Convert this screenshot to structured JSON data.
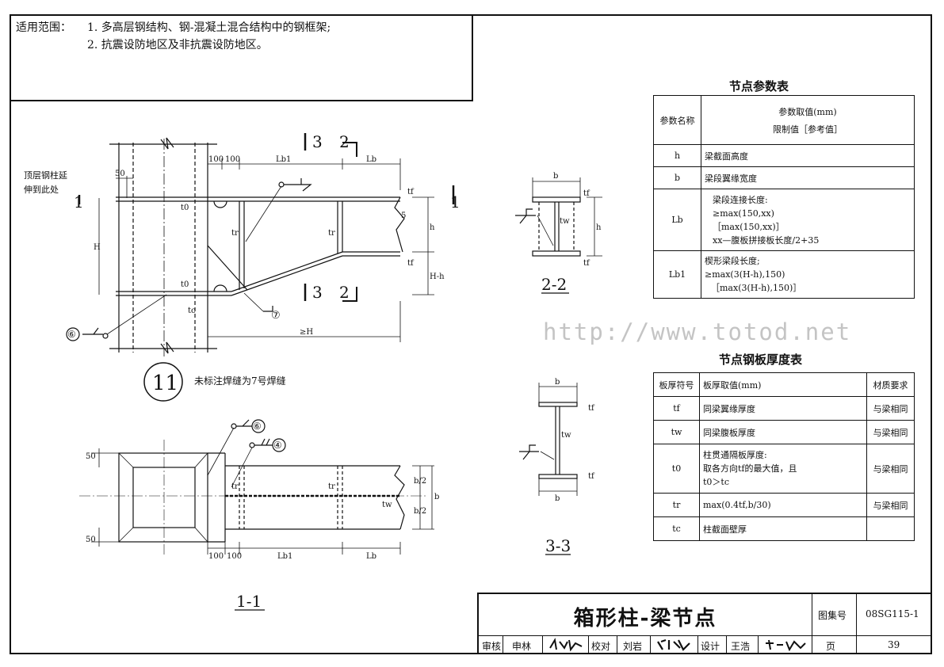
{
  "scope": {
    "label": "适用范围：",
    "line1": "1. 多高层钢结构、钢-混凝土混合结构中的钢框架;",
    "line2": "2. 抗震设防地区及非抗震设防地区。"
  },
  "param_table": {
    "title": "节点参数表",
    "head_name": "参数名称",
    "head_value1": "参数取值(mm)",
    "head_value2": "限制值［参考值］",
    "rows": [
      {
        "name": "h",
        "lines": [
          "梁截面高度"
        ]
      },
      {
        "name": "b",
        "lines": [
          "梁段翼缘宽度"
        ]
      },
      {
        "name": "Lb",
        "lines": [
          "梁段连接长度:",
          "≥max(150,xx)",
          "［max(150,xx)］",
          "xx—腹板拼接板长度/2+35"
        ]
      },
      {
        "name": "Lb1",
        "lines": [
          "楔形梁段长度;",
          "≥max(3(H-h),150)",
          "［max(3(H-h),150)］"
        ]
      }
    ]
  },
  "plate_table": {
    "title": "节点钢板厚度表",
    "head_sym": "板厚符号",
    "head_val": "板厚取值(mm)",
    "head_mat": "材质要求",
    "rows": [
      {
        "sym": "tf",
        "lines": [
          "同梁翼缘厚度"
        ],
        "mat": "与梁相同"
      },
      {
        "sym": "tw",
        "lines": [
          "同梁腹板厚度"
        ],
        "mat": "与梁相同"
      },
      {
        "sym": "t0",
        "lines": [
          "柱贯通隔板厚度:",
          "取各方向tf的最大值，且",
          "t0＞tc"
        ],
        "mat": "与梁相同"
      },
      {
        "sym": "tr",
        "lines": [
          "max(0.4tf,b/30)"
        ],
        "mat": "与梁相同"
      },
      {
        "sym": "tc",
        "lines": [
          "柱截面壁厚"
        ],
        "mat": ""
      }
    ]
  },
  "watermark": "http://www.totod.net",
  "drawing": {
    "elev": {
      "note_left1": "顶层钢柱延",
      "note_left2": "伸到此处",
      "dim_100a": "100",
      "dim_100b": "100",
      "dim_lb1": "Lb1",
      "dim_lb": "Lb",
      "dim_50": "50",
      "lbl_H": "H",
      "lbl_h": "h",
      "lbl_Hh": "H-h",
      "lbl_tf1": "tf",
      "lbl_tf2": "tf",
      "lbl_t0a": "t0",
      "lbl_t0b": "t0",
      "lbl_tr1": "tr",
      "lbl_tr2": "tr",
      "lbl_tc": "tc",
      "lbl_5": "5",
      "lbl_geH": "≥H",
      "sec3": "3",
      "sec2": "2",
      "sec3b": "3",
      "sec2b": "2",
      "sec1a": "1",
      "sec1b": "1",
      "weld7": "⑦",
      "weld6": "⑥"
    },
    "node_no": "11",
    "node_note": "未标注焊缝为7号焊缝",
    "plan": {
      "dim_50a": "50",
      "dim_50b": "50",
      "dim_b2a": "b/2",
      "dim_b2b": "b/2",
      "dim_b": "b",
      "lbl_tr1": "tr",
      "lbl_tr2": "tr",
      "lbl_tw": "tw",
      "dim_100a": "100",
      "dim_100b": "100",
      "dim_lb1": "Lb1",
      "dim_lb": "Lb",
      "weld6": "⑥",
      "weld4": "④",
      "caption": "1-1"
    },
    "sec22": {
      "b": "b",
      "tf1": "tf",
      "tf2": "tf",
      "tw": "tw",
      "h": "h",
      "caption": "2-2"
    },
    "sec33": {
      "b1": "b",
      "b2": "b",
      "tf1": "tf",
      "tf2": "tf",
      "tw": "tw",
      "caption": "3-3"
    }
  },
  "titleblock": {
    "title": "箱形柱-梁节点",
    "atlas_label": "图集号",
    "atlas_no": "08SG115-1",
    "review": "审核",
    "reviewer": "申林",
    "check": "校对",
    "checker": "刘岩",
    "design": "设计",
    "designer": "王浩",
    "page_label": "页",
    "page_no": "39"
  }
}
